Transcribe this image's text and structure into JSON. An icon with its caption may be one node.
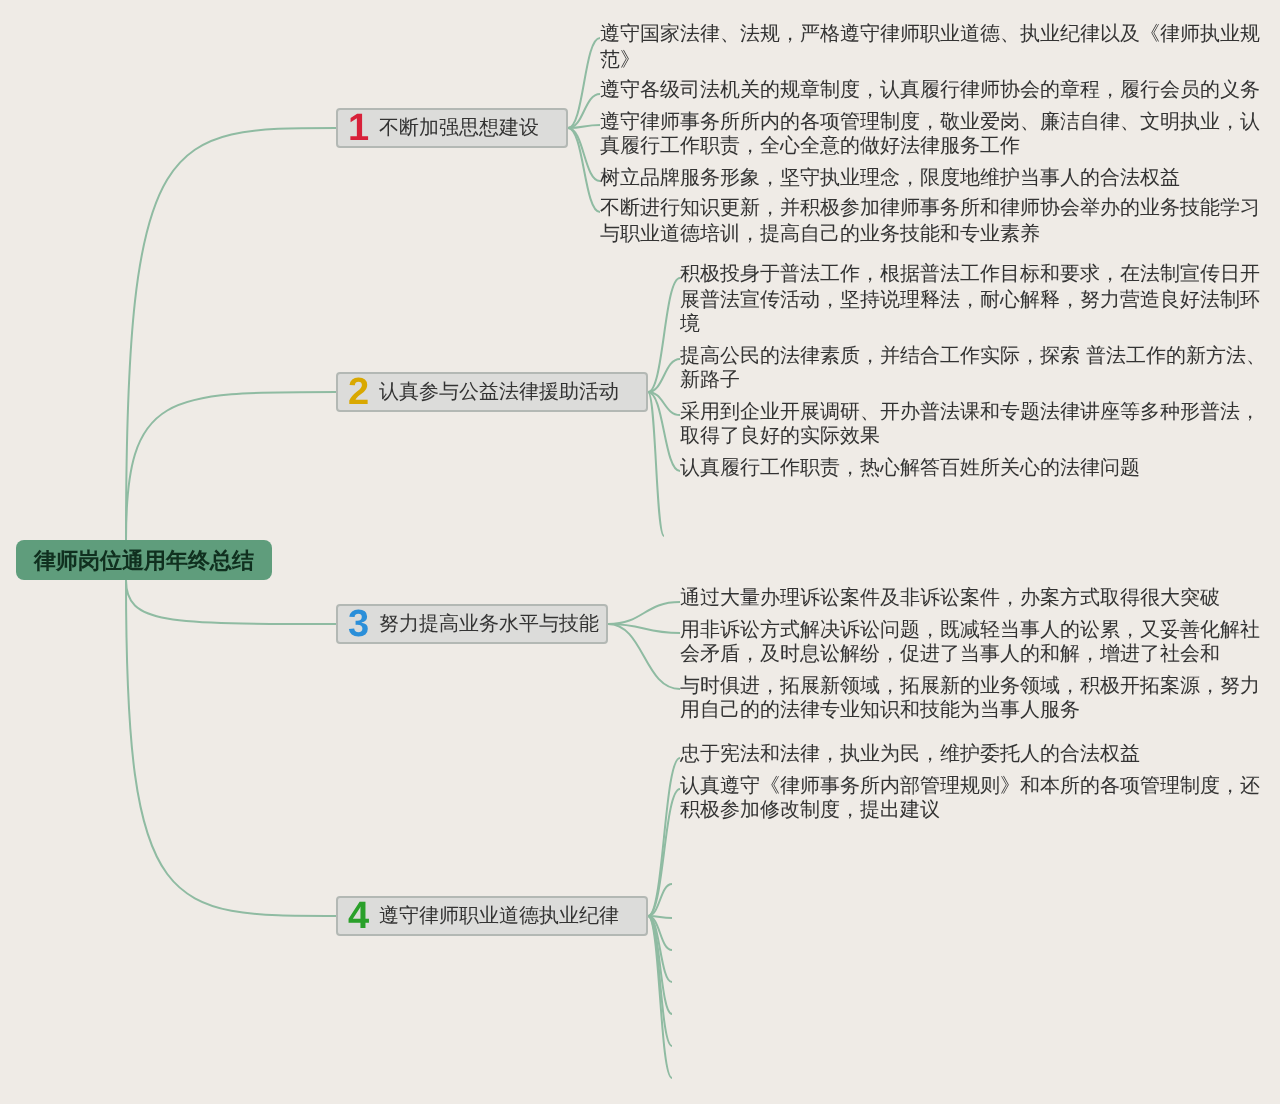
{
  "diagram": {
    "nodes": [
      {
        "text": [
          "律师岗位通用年终总结"
        ]
      },
      {
        "text": [
          "1",
          "不断加强思想建设"
        ]
      },
      {
        "text": [
          "遵守国家法律、法规，严格遵守律师职业道德、执业纪律以及《律师执业规范》"
        ]
      },
      {
        "text": [
          "遵守各级司法机关的规章制度，认真履行律师协会的章程，履行会员的义务"
        ]
      },
      {
        "text": [
          "遵守律师事务所所内的各项管理制度，敬业爱岗、廉洁自律、文明执业，认真履行工作职责，全心全意的做好法律服务工作"
        ]
      },
      {
        "text": [
          "树立品牌服务形象，坚守执业理念，限度地维护当事人的合法权益"
        ]
      },
      {
        "text": [
          "不断进行知识更新，并积极参加律师事务所和律师协会举办的业务技能学习与职业道德培训，提高自己的业务技能和专业素养"
        ]
      },
      {
        "text": [
          "2",
          "认真参与公益法律援助活动"
        ]
      },
      {
        "text": [
          "积极投身于普法工作，根据普法工作目标和要求，在法制宣传日开展普法宣传活动，坚持说理释法，耐心解释，努力营造良好法制环境"
        ]
      },
      {
        "text": [
          "提高公民的法律素质，并结合工作实际，探索 普法工作的新方法、新路子"
        ]
      },
      {
        "text": [
          "采用到企业开展调研、开办普法课和专题法律讲座等多种形普法，取得了良好的实际效果"
        ]
      },
      {
        "text": [
          "认真履行工作职责，热心解答百姓所关心的法律问题"
        ]
      },
      {
        "text": [
          "3",
          "努力提高业务水平与技能"
        ]
      },
      {
        "text": [
          "通过大量办理诉讼案件及非诉讼案件，办案方式取得很大突破"
        ]
      },
      {
        "text": [
          "用非诉讼方式解决诉讼问题，既减轻当事人的讼累，又妥善化解社会矛盾，及时息讼解纷，促进了当事人的和解，增进了社会和"
        ]
      },
      {
        "text": [
          "与时俱进，拓展新领域，拓展新的业务领域，积极开拓案源，努力用自己的的法律专业知识和技能为当事人服务"
        ]
      },
      {
        "text": [
          "4",
          "遵守律师职业道德执业纪律"
        ]
      },
      {
        "text": [
          "忠于宪法和法律，执业为民，维护委托人的合法权益"
        ]
      },
      {
        "text": [
          "认真遵守《律师事务所内部管理规则》和本所的各项管理制度，还积极参加修改制度，提出建议"
        ]
      }
    ],
    "edges": [
      {
        "from": 0,
        "to": 1,
        "arrow": "none"
      },
      {
        "from": 0,
        "to": 7,
        "arrow": "none"
      },
      {
        "from": 0,
        "to": 12,
        "arrow": "none"
      },
      {
        "from": 0,
        "to": 16,
        "arrow": "none"
      },
      {
        "from": 1,
        "to": 2,
        "arrow": "none"
      },
      {
        "from": 1,
        "to": 3,
        "arrow": "none"
      },
      {
        "from": 1,
        "to": 4,
        "arrow": "none"
      },
      {
        "from": 1,
        "to": 5,
        "arrow": "none"
      },
      {
        "from": 1,
        "to": 6,
        "arrow": "none"
      },
      {
        "from": 7,
        "to": 8,
        "arrow": "none"
      },
      {
        "from": 7,
        "to": 9,
        "arrow": "none"
      },
      {
        "from": 7,
        "to": 10,
        "arrow": "none"
      },
      {
        "from": 7,
        "to": 11,
        "arrow": "none"
      },
      {
        "from": 7,
        "to": null,
        "arrow": "none"
      },
      {
        "from": 12,
        "to": 13,
        "arrow": "none"
      },
      {
        "from": 12,
        "to": 14,
        "arrow": "none"
      },
      {
        "from": 12,
        "to": 15,
        "arrow": "none"
      },
      {
        "from": 16,
        "to": 17,
        "arrow": "none"
      },
      {
        "from": 16,
        "to": 18,
        "arrow": "none"
      },
      {
        "from": 16,
        "to": null,
        "arrow": "none"
      },
      {
        "from": 16,
        "to": null,
        "arrow": "none"
      },
      {
        "from": 16,
        "to": null,
        "arrow": "none"
      },
      {
        "from": 16,
        "to": null,
        "arrow": "none"
      },
      {
        "from": 16,
        "to": null,
        "arrow": "none"
      },
      {
        "from": 16,
        "to": null,
        "arrow": "none"
      },
      {
        "from": 16,
        "to": null,
        "arrow": "none"
      }
    ]
  }
}
